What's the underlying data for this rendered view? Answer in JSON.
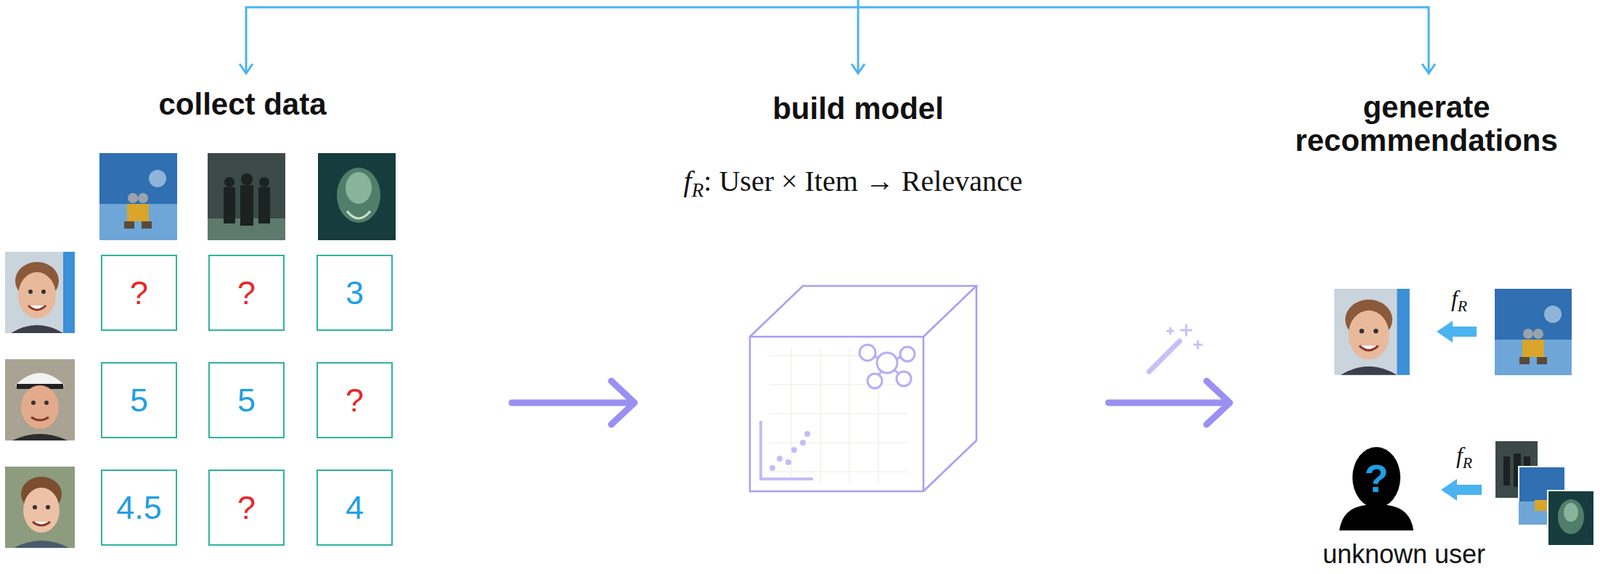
{
  "diagram": {
    "nodes": [
      {
        "text": [
          "?"
        ]
      },
      {
        "text": [
          "?"
        ]
      },
      {
        "text": [
          "3"
        ]
      },
      {
        "text": [
          "5"
        ]
      },
      {
        "text": [
          "5"
        ]
      },
      {
        "text": [
          "?"
        ]
      },
      {
        "text": [
          "4.5"
        ]
      },
      {
        "text": [
          "?"
        ]
      },
      {
        "text": [
          "4"
        ]
      },
      {
        "text": [
          "?"
        ]
      }
    ],
    "labels": [
      "collect data",
      "build model",
      "generate recommendations",
      "fR: User × Item → Relevance",
      "fR",
      "fR",
      "unknown user"
    ]
  }
}
